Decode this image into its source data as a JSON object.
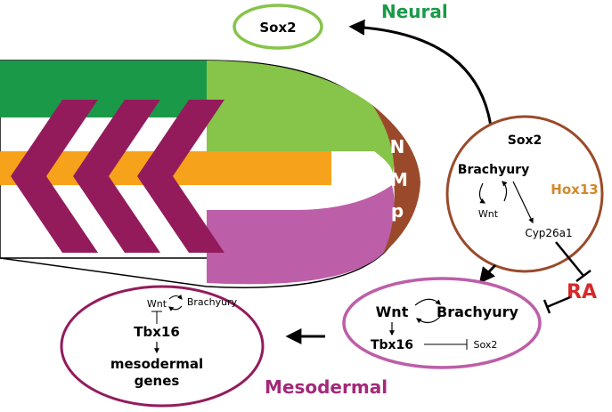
{
  "labels": {
    "neural": "Neural",
    "mesodermal": "Mesodermal",
    "ra": "RA",
    "nmp": [
      "N",
      "M",
      "p"
    ]
  },
  "neural_node": {
    "gene": "Sox2"
  },
  "nmp_node": {
    "top_gene": "Sox2",
    "brachyury": "Brachyury",
    "wnt": "Wnt",
    "cyp26a1": "Cyp26a1",
    "hox13": "Hox13"
  },
  "transition_node": {
    "wnt": "Wnt",
    "brachyury": "Brachyury",
    "tbx16": "Tbx16",
    "sox2": "Sox2"
  },
  "mesodermal_node": {
    "wnt": "Wnt",
    "brachyury": "Brachyury",
    "tbx16": "Tbx16",
    "target_line1": "mesodermal",
    "target_line2": "genes"
  },
  "colors": {
    "neural_green": "#1a9a48",
    "light_green": "#86c44a",
    "orange": "#f7a21b",
    "magenta_chevron": "#931b5c",
    "pink_mesoderm": "#bd5ea8",
    "brown_nmp": "#9a4a2a",
    "mesodermal_text": "#a3297a",
    "hox13_text": "#d4882a",
    "ra_text": "#d62a2a"
  }
}
